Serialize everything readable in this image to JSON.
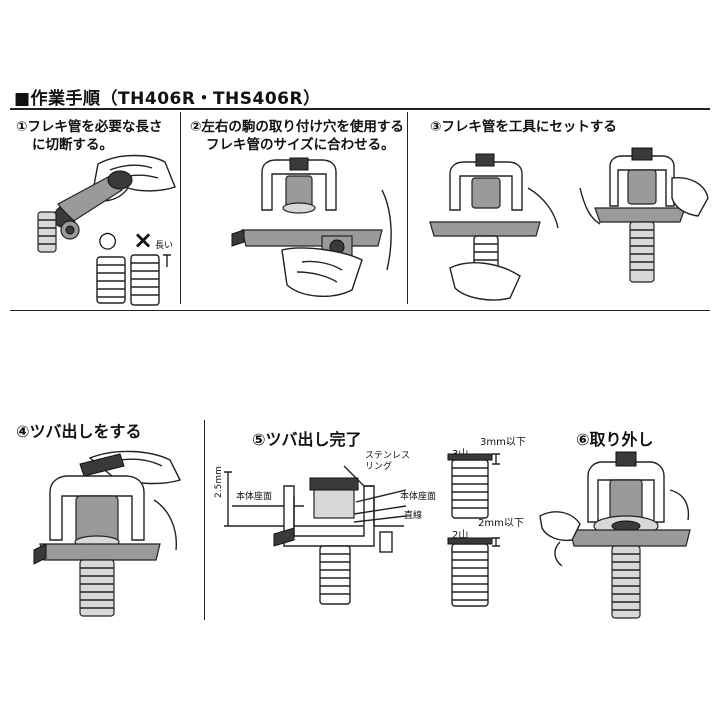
{
  "header": {
    "title": "■作業手順（TH406R・THS406R）"
  },
  "steps": {
    "s1": {
      "line1": "①フレキ管を必要な長さ",
      "line2": "に切断する。",
      "ok_mark": "○",
      "ng_mark": "×",
      "ng_label": "長い"
    },
    "s2": {
      "line1": "②左右の駒の取り付け穴を使用する",
      "line2": "フレキ管のサイズに合わせる。"
    },
    "s3": {
      "line1": "③フレキ管を工具にセットする"
    },
    "s4": {
      "line1": "④ツバ出しをする"
    },
    "s5": {
      "line1": "⑤ツバ出し完了",
      "dim_left": "2.5mm",
      "label_body_face_left": "本体座面",
      "label_stainless_1": "ステンレス",
      "label_stainless_2": "リング",
      "label_body_face_right": "本体座面",
      "label_straight": "直線",
      "tube3_peaks": "3山",
      "tube3_dim": "3mm以下",
      "tube2_peaks": "2山",
      "tube2_dim": "2mm以下"
    },
    "s6": {
      "line1": "⑥取り外し"
    }
  },
  "colors": {
    "ink": "#222222",
    "gray": "#9a9a9a",
    "light_gray": "#d8d8d8"
  }
}
